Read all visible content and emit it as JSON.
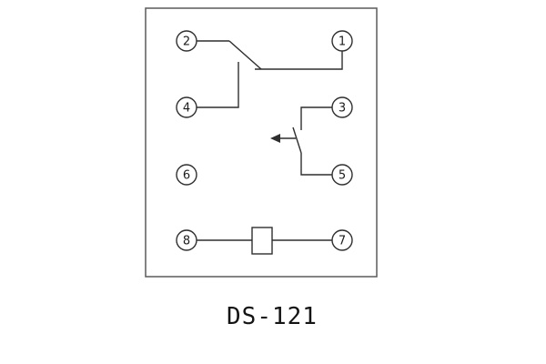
{
  "diagram": {
    "title": "DS-121",
    "colors": {
      "line": "#2f2f2f",
      "border": "#5a5a5a"
    },
    "terminals": [
      {
        "label": "1"
      },
      {
        "label": "2"
      },
      {
        "label": "3"
      },
      {
        "label": "4"
      },
      {
        "label": "5"
      },
      {
        "label": "6"
      },
      {
        "label": "7"
      },
      {
        "label": "8"
      }
    ],
    "symbols": {
      "coil": "relay-coil",
      "upper_contact": "changeover-switch-contact",
      "lower_contact": "switch-contact-with-actuator-arrow"
    }
  }
}
